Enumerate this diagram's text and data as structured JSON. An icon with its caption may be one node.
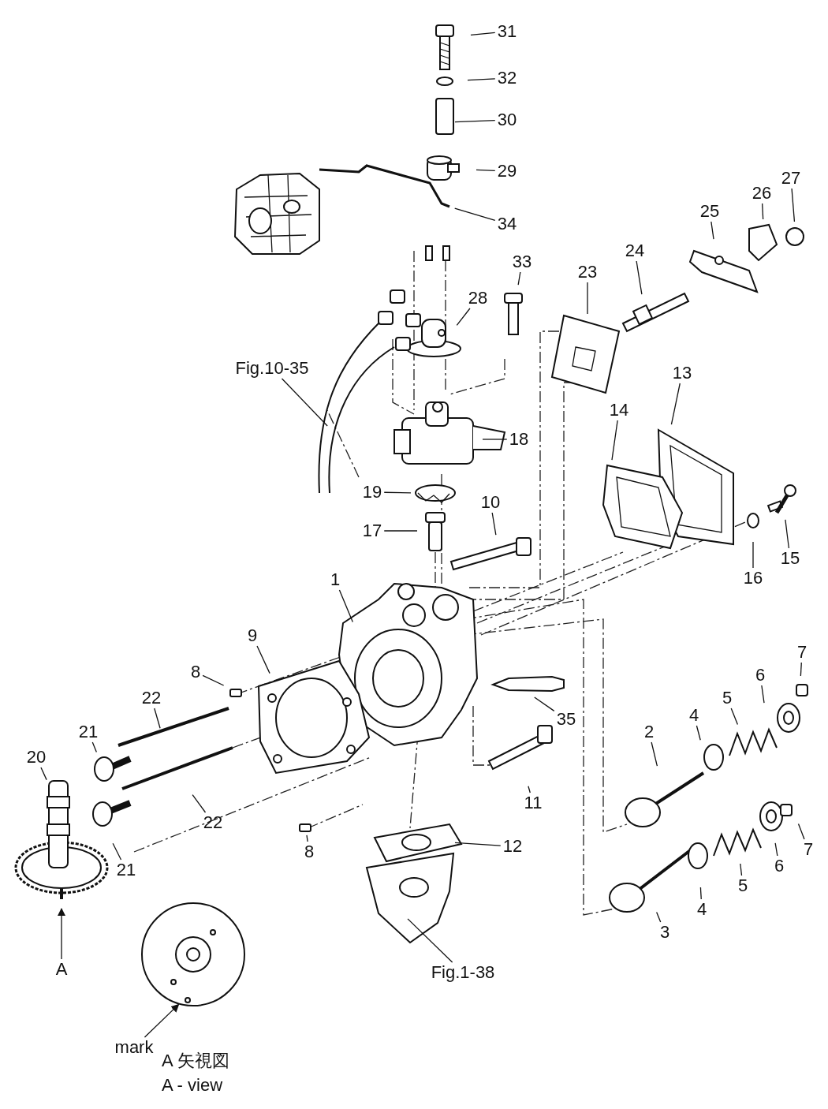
{
  "diagram": {
    "nodes": [
      {
        "text": [
          "31"
        ]
      },
      {
        "text": [
          "32"
        ]
      },
      {
        "text": [
          "30"
        ]
      },
      {
        "text": [
          "29"
        ]
      },
      {
        "text": [
          "34"
        ]
      },
      {
        "text": [
          "27"
        ]
      },
      {
        "text": [
          "26"
        ]
      },
      {
        "text": [
          "25"
        ]
      },
      {
        "text": [
          "24"
        ]
      },
      {
        "text": [
          "33"
        ]
      },
      {
        "text": [
          "23"
        ]
      },
      {
        "text": [
          "28"
        ]
      },
      {
        "text": [
          "Fig.10-35"
        ]
      },
      {
        "text": [
          "13"
        ]
      },
      {
        "text": [
          "14"
        ]
      },
      {
        "text": [
          "18"
        ]
      },
      {
        "text": [
          "19"
        ]
      },
      {
        "text": [
          "17"
        ]
      },
      {
        "text": [
          "10"
        ]
      },
      {
        "text": [
          "15"
        ]
      },
      {
        "text": [
          "16"
        ]
      },
      {
        "text": [
          "1"
        ]
      },
      {
        "text": [
          "9"
        ]
      },
      {
        "text": [
          "7"
        ]
      },
      {
        "text": [
          "8"
        ]
      },
      {
        "text": [
          "6"
        ]
      },
      {
        "text": [
          "5"
        ]
      },
      {
        "text": [
          "22"
        ]
      },
      {
        "text": [
          "4"
        ]
      },
      {
        "text": [
          "35"
        ]
      },
      {
        "text": [
          "21"
        ]
      },
      {
        "text": [
          "2"
        ]
      },
      {
        "text": [
          "20"
        ]
      },
      {
        "text": [
          "22"
        ]
      },
      {
        "text": [
          "11"
        ]
      },
      {
        "text": [
          "8"
        ]
      },
      {
        "text": [
          "12"
        ]
      },
      {
        "text": [
          "21"
        ]
      },
      {
        "text": [
          "7"
        ]
      },
      {
        "text": [
          "6"
        ]
      },
      {
        "text": [
          "5"
        ]
      },
      {
        "text": [
          "4"
        ]
      },
      {
        "text": [
          "3"
        ]
      },
      {
        "text": [
          "Fig.1-38"
        ]
      },
      {
        "text": [
          "A"
        ]
      },
      {
        "text": [
          "mark"
        ]
      }
    ],
    "edges": [
      {
        "from": 0,
        "to": null,
        "arrow": "none"
      },
      {
        "from": 1,
        "to": null,
        "arrow": "none"
      },
      {
        "from": 2,
        "to": null,
        "arrow": "none"
      },
      {
        "from": 3,
        "to": null,
        "arrow": "none"
      },
      {
        "from": 4,
        "to": null,
        "arrow": "none"
      },
      {
        "from": 5,
        "to": null,
        "arrow": "none"
      },
      {
        "from": 6,
        "to": null,
        "arrow": "none"
      },
      {
        "from": 7,
        "to": null,
        "arrow": "none"
      },
      {
        "from": 8,
        "to": null,
        "arrow": "none"
      },
      {
        "from": 9,
        "to": null,
        "arrow": "none"
      },
      {
        "from": 10,
        "to": null,
        "arrow": "none"
      },
      {
        "from": 11,
        "to": null,
        "arrow": "none"
      },
      {
        "from": 12,
        "to": null,
        "arrow": "none"
      },
      {
        "from": 13,
        "to": null,
        "arrow": "none"
      },
      {
        "from": 14,
        "to": null,
        "arrow": "none"
      },
      {
        "from": 15,
        "to": null,
        "arrow": "none"
      },
      {
        "from": 16,
        "to": null,
        "arrow": "none"
      },
      {
        "from": 17,
        "to": null,
        "arrow": "none"
      },
      {
        "from": 18,
        "to": null,
        "arrow": "none"
      },
      {
        "from": 19,
        "to": null,
        "arrow": "none"
      },
      {
        "from": 20,
        "to": null,
        "arrow": "none"
      },
      {
        "from": 21,
        "to": null,
        "arrow": "none"
      },
      {
        "from": 22,
        "to": null,
        "arrow": "none"
      },
      {
        "from": 23,
        "to": null,
        "arrow": "none"
      },
      {
        "from": 24,
        "to": null,
        "arrow": "none"
      },
      {
        "from": 25,
        "to": null,
        "arrow": "none"
      },
      {
        "from": 26,
        "to": null,
        "arrow": "none"
      },
      {
        "from": 27,
        "to": null,
        "arrow": "none"
      },
      {
        "from": 28,
        "to": null,
        "arrow": "none"
      },
      {
        "from": 29,
        "to": null,
        "arrow": "none"
      },
      {
        "from": 30,
        "to": null,
        "arrow": "none"
      },
      {
        "from": 31,
        "to": null,
        "arrow": "none"
      },
      {
        "from": 32,
        "to": null,
        "arrow": "none"
      },
      {
        "from": 33,
        "to": null,
        "arrow": "none"
      },
      {
        "from": 34,
        "to": null,
        "arrow": "none"
      },
      {
        "from": 35,
        "to": null,
        "arrow": "none"
      },
      {
        "from": 36,
        "to": null,
        "arrow": "none"
      },
      {
        "from": 37,
        "to": null,
        "arrow": "none"
      },
      {
        "from": 38,
        "to": null,
        "arrow": "none"
      },
      {
        "from": 39,
        "to": null,
        "arrow": "none"
      },
      {
        "from": 40,
        "to": null,
        "arrow": "none"
      },
      {
        "from": 41,
        "to": null,
        "arrow": "none"
      },
      {
        "from": 42,
        "to": null,
        "arrow": "none"
      },
      {
        "from": 43,
        "to": null,
        "arrow": "none"
      },
      {
        "from": 44,
        "to": null,
        "arrow": "to"
      },
      {
        "from": 45,
        "to": null,
        "arrow": "to"
      }
    ],
    "labels": [
      "A 矢視図",
      "A - view"
    ]
  }
}
